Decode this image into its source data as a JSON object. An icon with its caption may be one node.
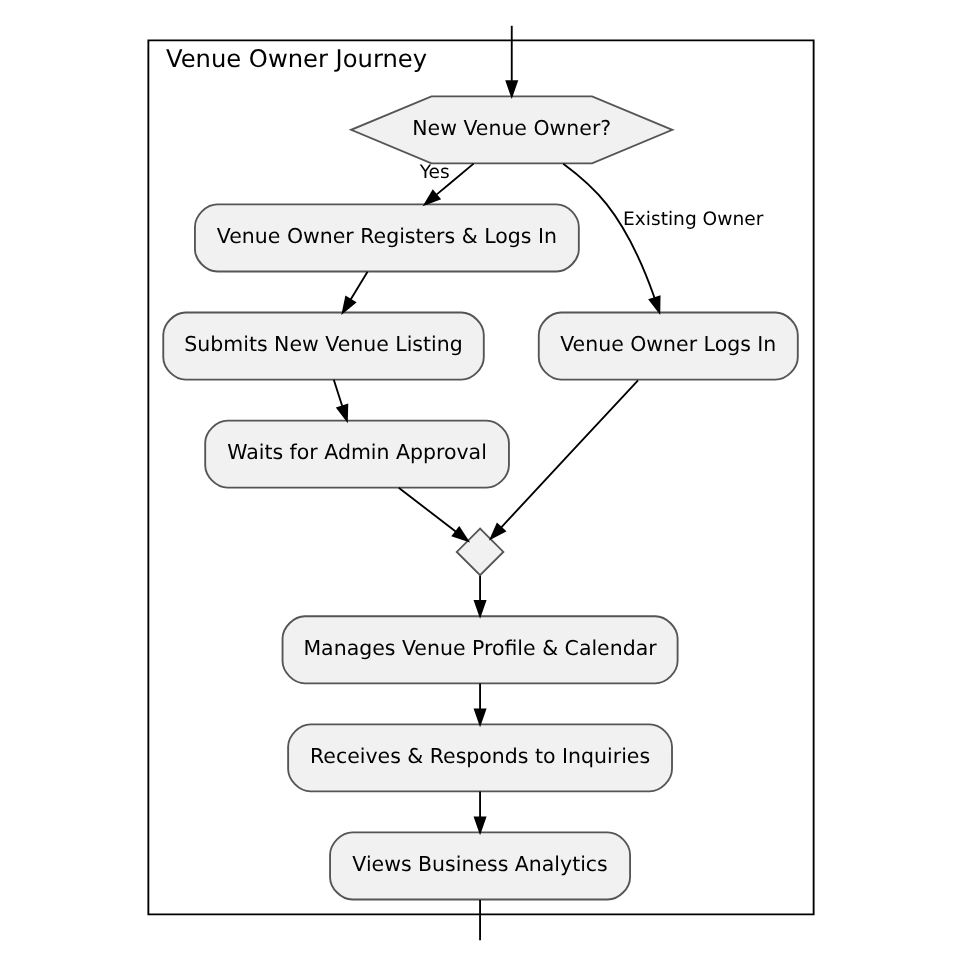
{
  "diagram": {
    "nodes": [
      {
        "text": [
          "Venue Owner Journey"
        ]
      },
      {
        "text": [
          "New Venue Owner?"
        ],
        "in": 0
      },
      {
        "text": [
          "Venue Owner Registers & Logs In"
        ],
        "in": 0
      },
      {
        "text": [
          "Venue Owner Logs In"
        ],
        "in": 0
      },
      {
        "text": [
          "Submits New Venue Listing"
        ],
        "in": 0
      },
      {
        "text": [
          "Waits for Admin Approval"
        ],
        "in": 0
      },
      {
        "text": [],
        "shape": "diamond",
        "in": 0
      },
      {
        "text": [
          "Manages Venue Profile & Calendar"
        ],
        "in": 0
      },
      {
        "text": [
          "Receives & Responds to Inquiries"
        ],
        "in": 0
      },
      {
        "text": [
          "Views Business Analytics"
        ],
        "in": 0
      }
    ],
    "edges": [
      {
        "from": null,
        "to": 1,
        "arrow": "to"
      },
      {
        "from": 1,
        "to": 2,
        "arrow": "to",
        "label": "Yes"
      },
      {
        "from": 1,
        "to": 3,
        "arrow": "to",
        "label": "Existing Owner"
      },
      {
        "from": 2,
        "to": 4,
        "arrow": "to"
      },
      {
        "from": 4,
        "to": 5,
        "arrow": "to"
      },
      {
        "from": 5,
        "to": 6,
        "arrow": "to"
      },
      {
        "from": 3,
        "to": 6,
        "arrow": "to"
      },
      {
        "from": 6,
        "to": 7,
        "arrow": "to"
      },
      {
        "from": 7,
        "to": 8,
        "arrow": "to"
      },
      {
        "from": 8,
        "to": 9,
        "arrow": "to"
      },
      {
        "from": 9,
        "to": null,
        "arrow": "none"
      }
    ]
  }
}
